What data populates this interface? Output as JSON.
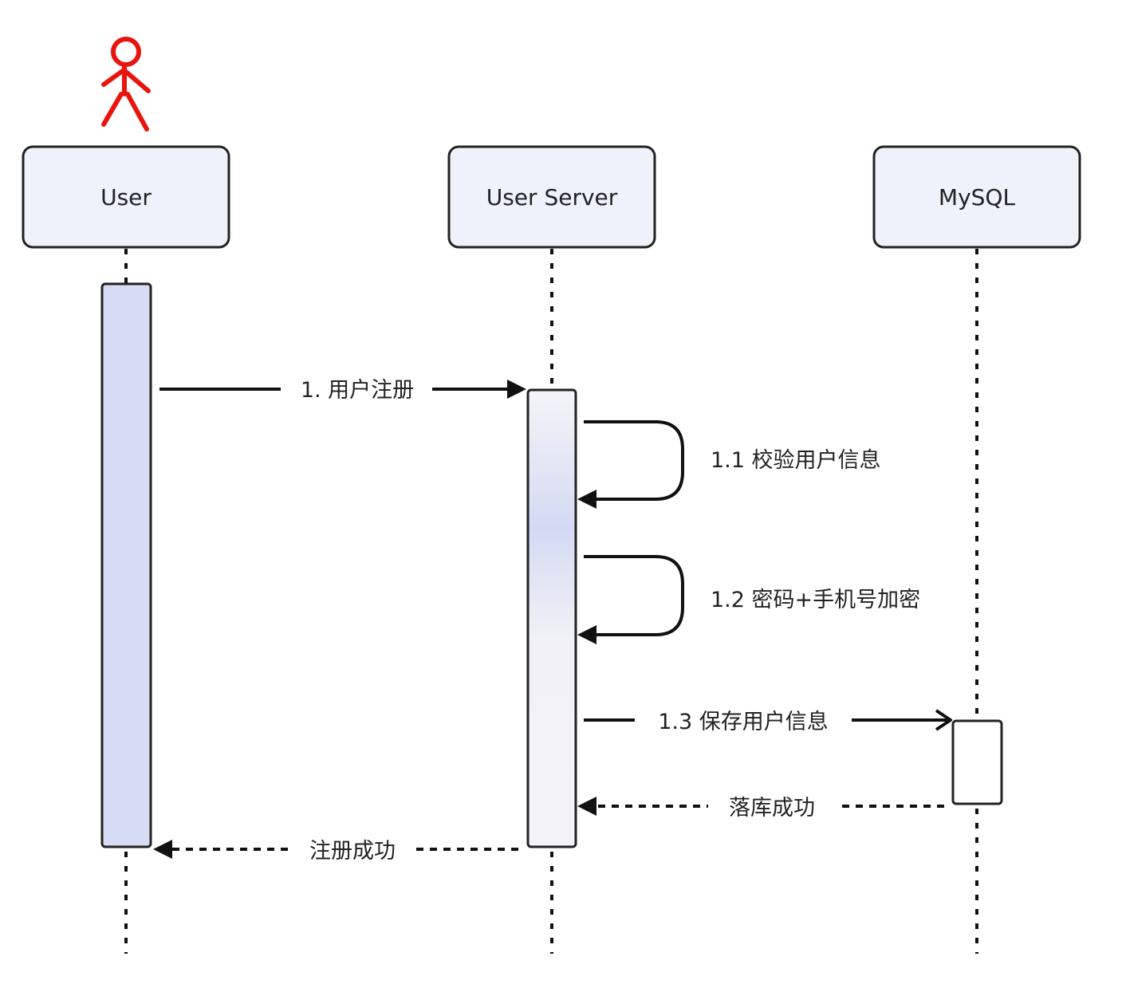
{
  "participants": [
    {
      "name": "User"
    },
    {
      "name": "User Server"
    },
    {
      "name": "MySQL"
    }
  ],
  "messages": [
    {
      "label": "1. 用户注册",
      "kind": "sync"
    },
    {
      "label": "1.1 校验用户信息",
      "kind": "self"
    },
    {
      "label": "1.2 密码+手机号加密",
      "kind": "self"
    },
    {
      "label": "1.3 保存用户信息",
      "kind": "sync"
    },
    {
      "label": "落库成功",
      "kind": "return"
    },
    {
      "label": "注册成功",
      "kind": "return"
    }
  ],
  "colors": {
    "actor": "#e8140e",
    "box_fill": "#eef2fb",
    "box_stroke": "#222222",
    "activation_user": "#d5dcf3",
    "activation_server": "#f3f3f7",
    "activation_db": "#ffffff",
    "line": "#111111"
  },
  "icons": {
    "actor": "stick-figure-icon"
  }
}
